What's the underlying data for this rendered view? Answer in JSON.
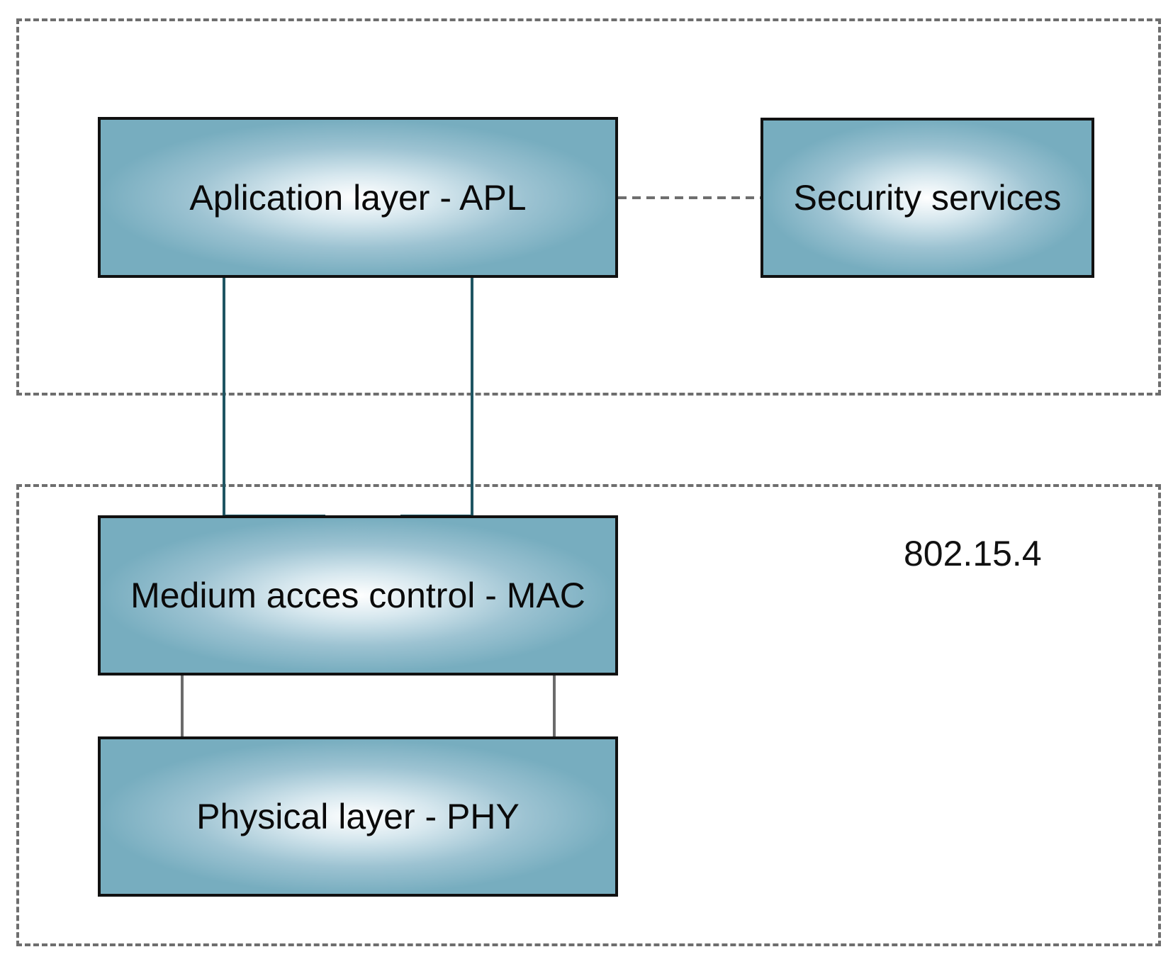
{
  "diagram": {
    "standard_label": "802.15.4",
    "layers": {
      "apl": "Aplication layer - APL",
      "security": "Security services",
      "mac": "Medium acces control - MAC",
      "phy": "Physical layer - PHY"
    },
    "colors": {
      "box_fill_center": "#ffffff",
      "box_fill_edge": "#77adbf",
      "box_border": "#111111",
      "apl_mac_link": "#1f5562",
      "mac_phy_link": "#6b6b6b",
      "dashed_border": "#6e6e6e"
    }
  }
}
